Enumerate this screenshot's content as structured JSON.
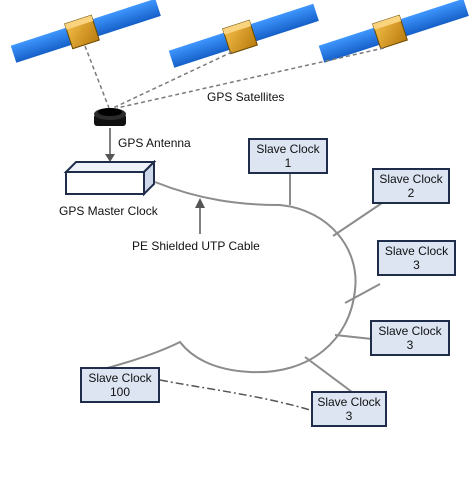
{
  "labels": {
    "gps_satellites": "GPS Satellites",
    "gps_antenna": "GPS Antenna",
    "gps_master_clock": "GPS Master Clock",
    "cable": "PE Shielded UTP Cable"
  },
  "slave_clocks": [
    {
      "line1": "Slave Clock",
      "line2": "1"
    },
    {
      "line1": "Slave Clock",
      "line2": "2"
    },
    {
      "line1": "Slave Clock",
      "line2": "3"
    },
    {
      "line1": "Slave Clock",
      "line2": "3"
    },
    {
      "line1": "Slave Clock",
      "line2": "3"
    },
    {
      "line1": "Slave Clock",
      "line2": "100"
    }
  ],
  "colors": {
    "panel_blue": "#1e78e6",
    "satellite_body": "#e8a317",
    "box_fill": "#dde5f3",
    "box_border": "#1f2d4a",
    "cable_gray": "#8c8c8c"
  }
}
